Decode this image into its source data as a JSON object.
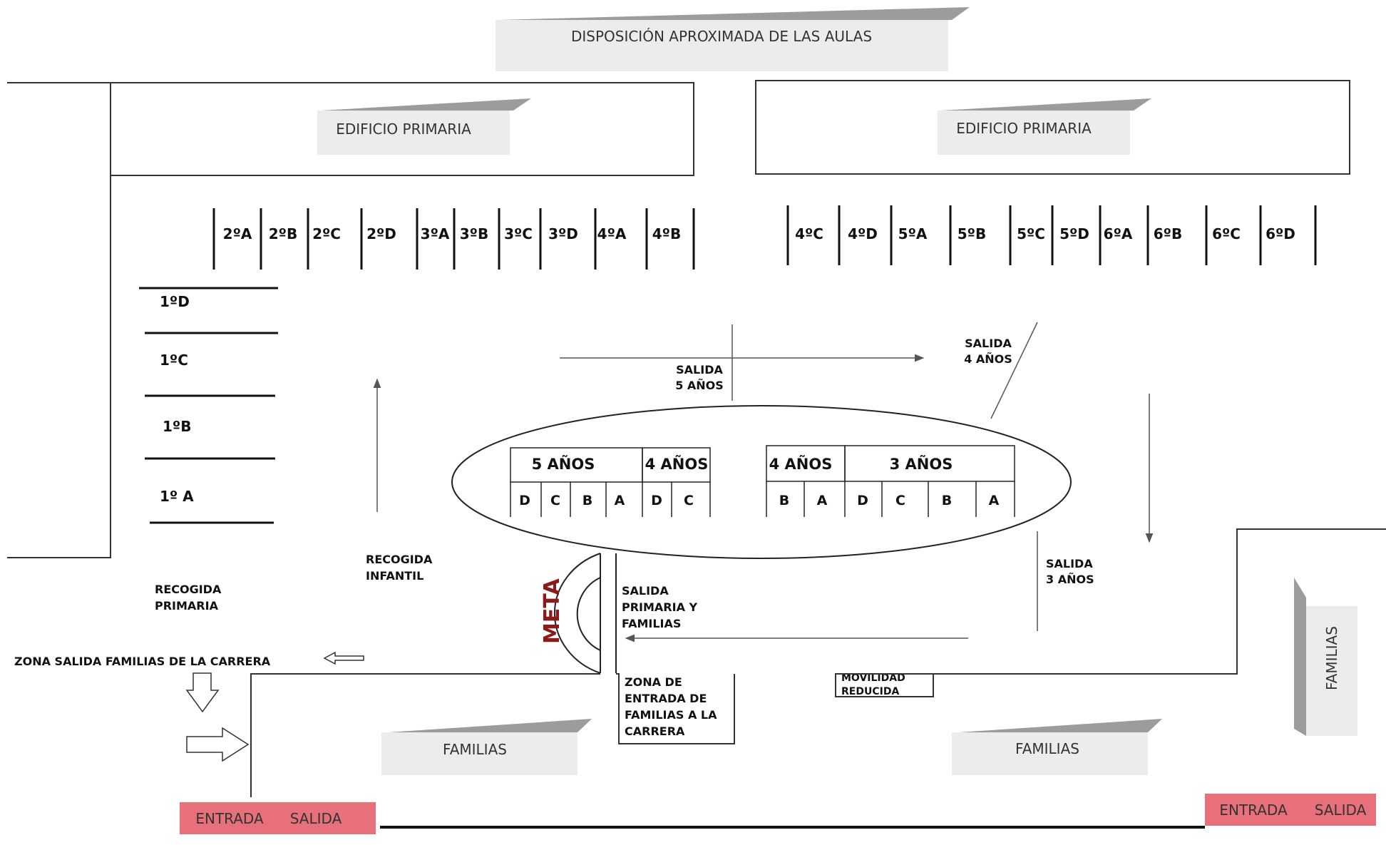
{
  "title": "DISPOSICIÓN APROXIMADA DE LAS AULAS",
  "buildings": {
    "left": "EDIFICIO PRIMARIA",
    "right": "EDIFICIO PRIMARIA"
  },
  "classrooms_left": [
    "2ºA",
    "2ºB",
    "2ºC",
    "2ºD",
    "3ºA",
    "3ºB",
    "3ºC",
    "3ºD",
    "4ºA",
    "4ºB"
  ],
  "classrooms_right": [
    "4ºC",
    "4ºD",
    "5ºA",
    "5ºB",
    "5ºC",
    "5ºD",
    "6ºA",
    "6ºB",
    "6ºC",
    "6ºD"
  ],
  "first_grade": [
    "1ºD",
    "1ºC",
    "1ºB",
    "1º A"
  ],
  "infantil": {
    "groups": [
      "5 AÑOS",
      "4 AÑOS",
      "4 AÑOS",
      "3 AÑOS"
    ],
    "letters_left": [
      "D",
      "C",
      "B",
      "A",
      "D",
      "C"
    ],
    "letters_right": [
      "B",
      "A",
      "D",
      "C",
      "B",
      "A"
    ]
  },
  "labels": {
    "salida_5_l1": "SALIDA",
    "salida_5_l2": "5 AÑOS",
    "salida_4_l1": "SALIDA",
    "salida_4_l2": "4 AÑOS",
    "salida_3_l1": "SALIDA",
    "salida_3_l2": "3 AÑOS",
    "recogida_inf_l1": "RECOGIDA",
    "recogida_inf_l2": "INFANTIL",
    "recogida_pri_l1": "RECOGIDA",
    "recogida_pri_l2": "PRIMARIA",
    "salida_pri_l1": "SALIDA",
    "salida_pri_l2": "PRIMARIA Y",
    "salida_pri_l3": "FAMILIAS",
    "meta": "META",
    "zona_salida": "ZONA SALIDA FAMILIAS DE LA CARRERA",
    "zona_entrada_l1": "ZONA DE",
    "zona_entrada_l2": "ENTRADA DE",
    "zona_entrada_l3": "FAMILIAS A LA",
    "zona_entrada_l4": "CARRERA",
    "movilidad_l1": "MOVILIDAD",
    "movilidad_l2": "REDUCIDA"
  },
  "familias": {
    "left": "FAMILIAS",
    "right": "FAMILIAS",
    "side": "FAMILIAS"
  },
  "gates": {
    "left": {
      "entrada": "ENTRADA",
      "salida": "SALIDA"
    },
    "right": {
      "entrada": "ENTRADA",
      "salida": "SALIDA"
    }
  },
  "colors": {
    "gate": "#e8707a",
    "meta": "#8b1a1a",
    "box": "#ececee",
    "boxTop": "#9c9c9c"
  }
}
